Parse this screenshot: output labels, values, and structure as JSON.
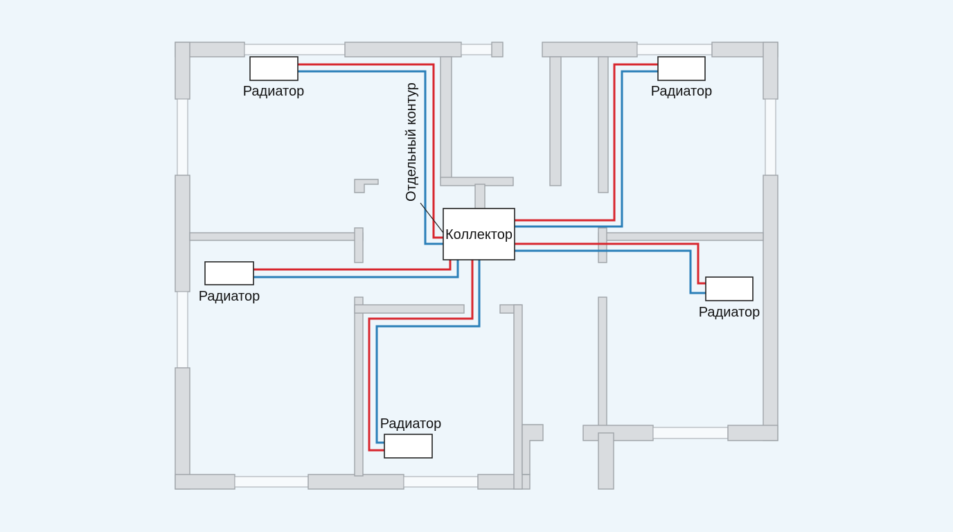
{
  "colors": {
    "supply_pipe": "#d8262e",
    "return_pipe": "#2a7fb8",
    "wall_fill": "#d9dcdf",
    "background": "#eef6fb"
  },
  "labels": {
    "collector": "Коллектор",
    "separate_circuit": "Отдельный контур",
    "radiator_top_left": "Радиатор",
    "radiator_top_right": "Радиатор",
    "radiator_mid_left": "Радиатор",
    "radiator_mid_right": "Радиатор",
    "radiator_bottom": "Радиатор"
  }
}
